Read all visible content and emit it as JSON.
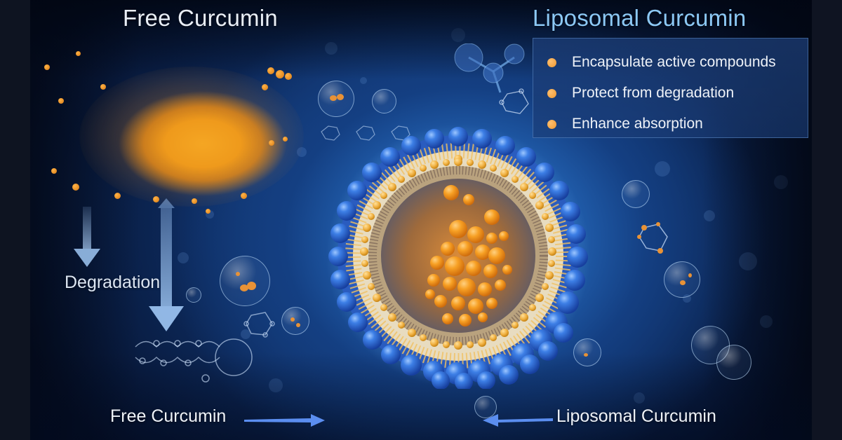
{
  "headings": {
    "left_title": "Free Curcumin",
    "right_title": "Liposomal Curcumin"
  },
  "benefits_box": {
    "items": [
      {
        "label": "Encapsulate active compounds"
      },
      {
        "label": "Protect from degradation"
      },
      {
        "label": "Enhance absorption"
      }
    ]
  },
  "labels": {
    "degradation": "Degradation",
    "bottom_left": "Free Curcumin",
    "bottom_right": "Liposomal Curcumin"
  },
  "illustration": {
    "left_subject": "curcumin-powder",
    "center_subject": "liposome-cross-section",
    "shell_color": "#2f6fd6",
    "tail_color": "#f0b040",
    "core_color": "#f39a1e"
  },
  "colors": {
    "background_dark": "#0e1421",
    "background_blue": "#1b4d98",
    "title_accent": "#8cc8f5",
    "bullet": "#f0982f",
    "arrow": "#5b8ef0"
  }
}
